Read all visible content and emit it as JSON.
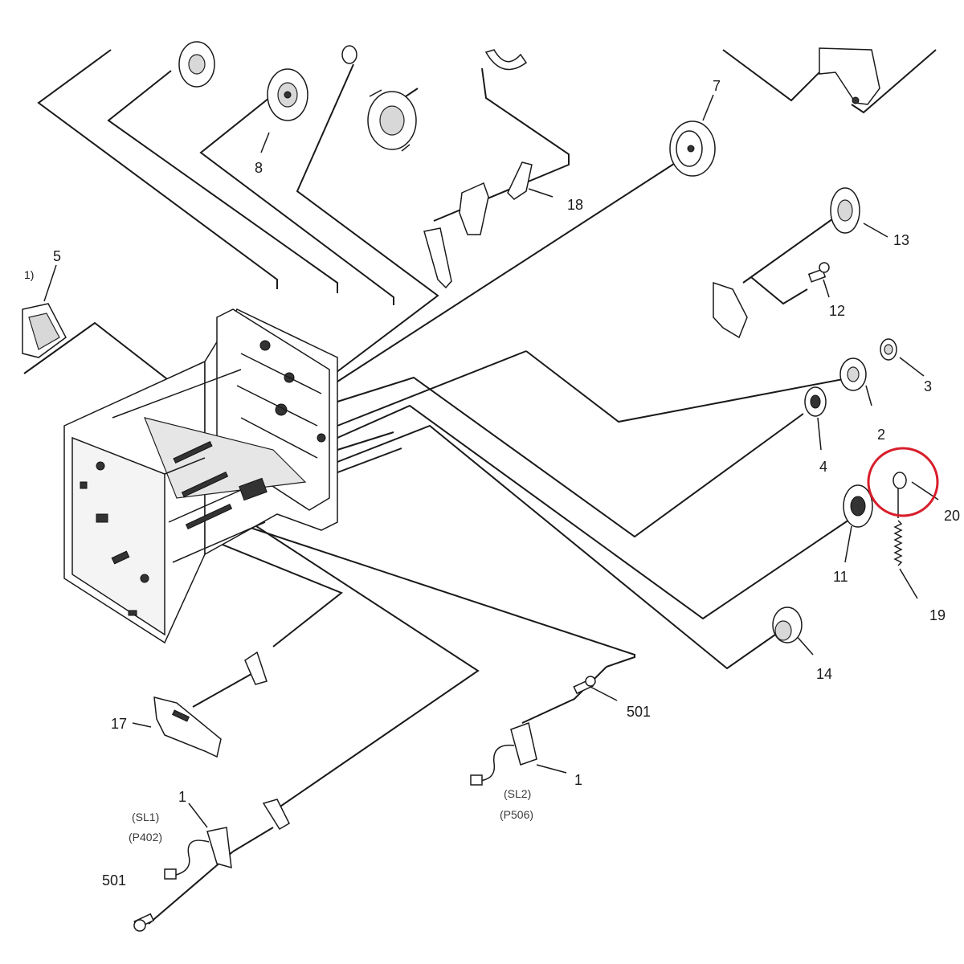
{
  "callouts": {
    "c1a": "1",
    "c1b": "1",
    "c1n": "1)",
    "c2": "2",
    "c3": "3",
    "c4": "4",
    "c5": "5",
    "c7": "7",
    "c8": "8",
    "c11": "11",
    "c12": "12",
    "c13": "13",
    "c14": "14",
    "c17": "17",
    "c18": "18",
    "c19": "19",
    "c20": "20",
    "c501a": "501",
    "c501b": "501"
  },
  "sublabels": {
    "sl1": "(SL1)",
    "p402": "(P402)",
    "sl2": "(SL2)",
    "p506": "(P506)"
  },
  "colors": {
    "highlight": "#d81e2a",
    "line": "#1a1a1a",
    "sublabel": "#3a3a3a"
  }
}
